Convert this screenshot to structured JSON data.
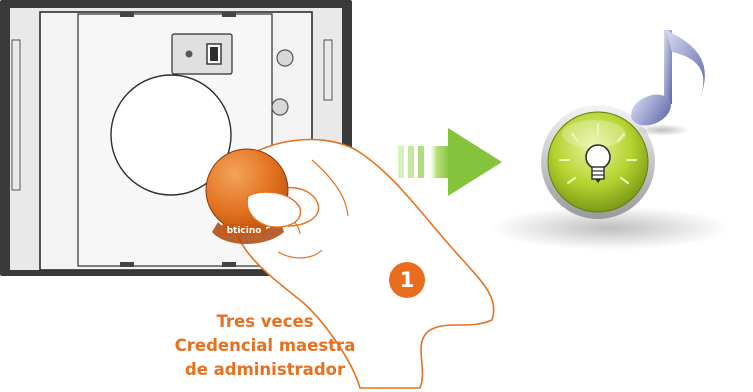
{
  "step_number": "1",
  "caption": {
    "line1": "Tres veces",
    "line2": "Credencial maestra",
    "line3": "de administrador"
  },
  "badge_brand": "bticino",
  "colors": {
    "accent": "#e86d1f",
    "arrow_green": "#8cc63f",
    "lamp_green": "#a8c928",
    "note_blue": "#6b74b5",
    "panel_frame": "#3d3d3d",
    "panel_face": "#f0f0f0"
  },
  "icons": {
    "arrow": "arrow-right-icon",
    "lamp": "lightbulb-icon",
    "sound": "music-note-icon"
  }
}
